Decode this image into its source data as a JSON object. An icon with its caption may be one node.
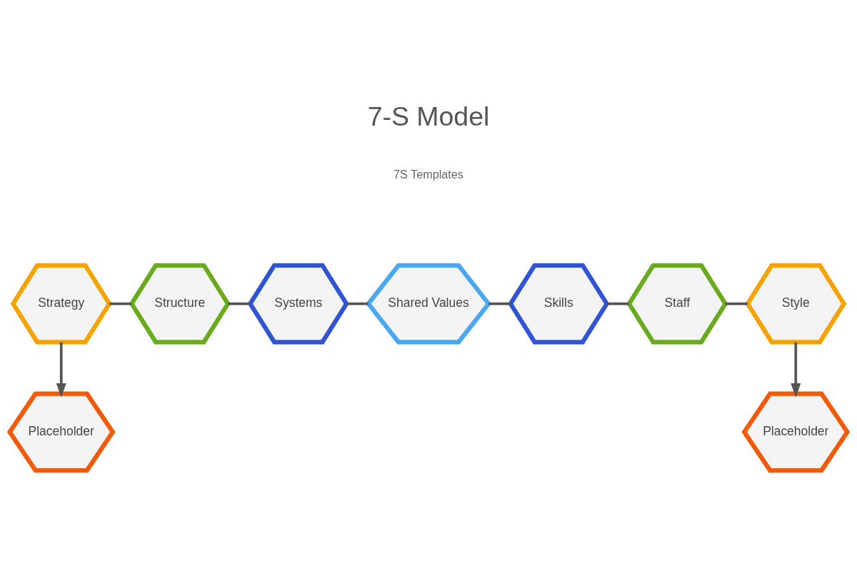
{
  "diagram": {
    "title": "7-S Model",
    "nodes": [
      {
        "text": [
          "Strategy"
        ]
      },
      {
        "text": [
          "Structure"
        ]
      },
      {
        "text": [
          "Systems"
        ]
      },
      {
        "text": [
          "Shared Values"
        ]
      },
      {
        "text": [
          "Skills"
        ]
      },
      {
        "text": [
          "Staff"
        ]
      },
      {
        "text": [
          "Style"
        ]
      },
      {
        "text": [
          "Placeholder"
        ]
      },
      {
        "text": [
          "Placeholder"
        ]
      }
    ],
    "edges": [
      {
        "from": 0,
        "to": 1,
        "arrow": "none"
      },
      {
        "from": 1,
        "to": 2,
        "arrow": "none"
      },
      {
        "from": 2,
        "to": 3,
        "arrow": "none"
      },
      {
        "from": 3,
        "to": 4,
        "arrow": "none"
      },
      {
        "from": 4,
        "to": 5,
        "arrow": "none"
      },
      {
        "from": 5,
        "to": 6,
        "arrow": "none"
      },
      {
        "from": 0,
        "to": 7,
        "arrow": "to"
      },
      {
        "from": 6,
        "to": 8,
        "arrow": "to"
      }
    ],
    "labels": [
      "7S Templates"
    ]
  }
}
